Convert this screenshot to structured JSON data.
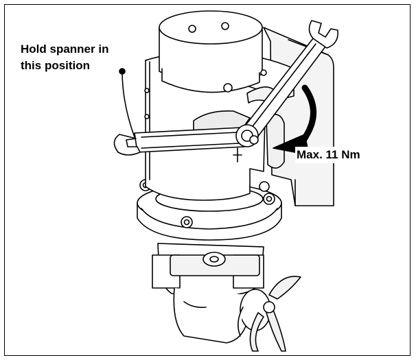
{
  "callouts": {
    "hold_line1": "Hold spanner in",
    "hold_line2": "this position",
    "torque": "Max. 11 Nm"
  },
  "colors": {
    "ink": "#000000",
    "paper": "#ffffff",
    "shade": "#e6e6e6"
  }
}
